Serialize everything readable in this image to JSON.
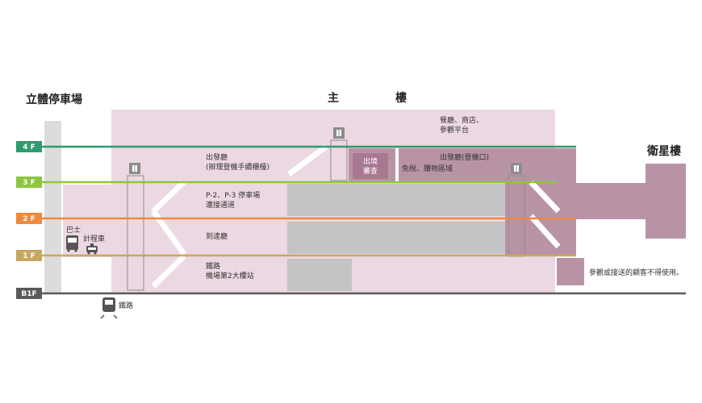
{
  "headings": {
    "parking": "立體停車場",
    "main_char1": "主",
    "main_char2": "樓",
    "satellite": "衛星樓"
  },
  "floors": [
    {
      "id": "4f",
      "label": "4 F",
      "color": "#2e9b6e"
    },
    {
      "id": "3f",
      "label": "3 F",
      "color": "#8dc63f"
    },
    {
      "id": "2f",
      "label": "2 F",
      "color": "#f0883e"
    },
    {
      "id": "1f",
      "label": "1 F",
      "color": "#c8a860"
    },
    {
      "id": "b1f",
      "label": "B1F",
      "color": "#5a5a5a"
    }
  ],
  "areas": {
    "dining_line1": "餐廳、商店、",
    "dining_line2": "參觀平台",
    "departure_hall_line1": "出發廳",
    "departure_hall_line2": "(辦理登機手續櫃檯)",
    "immigration_line1": "出境",
    "immigration_line2": "審查",
    "departure_gate": "出發廳(登機口)",
    "duty_free": "免稅、購物區域",
    "parking_link_line1": "P-2、P-3 停車場",
    "parking_link_line2": "連接通道",
    "arrival_hall": "到達廳",
    "railway_line1": "鐵路",
    "railway_line2": "機場第2大樓站",
    "bus": "巴士",
    "taxi": "計程車",
    "railway_icon_label": "鐵路"
  },
  "legend": {
    "text": "參觀或接送的顧客不得使用。",
    "color": "#b893a6"
  },
  "colors": {
    "building": "#ecd8e2",
    "restricted": "#b893a6",
    "gray_block": "#c4c4c4",
    "elevator": "#8c8c8c"
  },
  "icons": [
    "elevator-icon",
    "bus-icon",
    "taxi-icon",
    "train-icon"
  ]
}
